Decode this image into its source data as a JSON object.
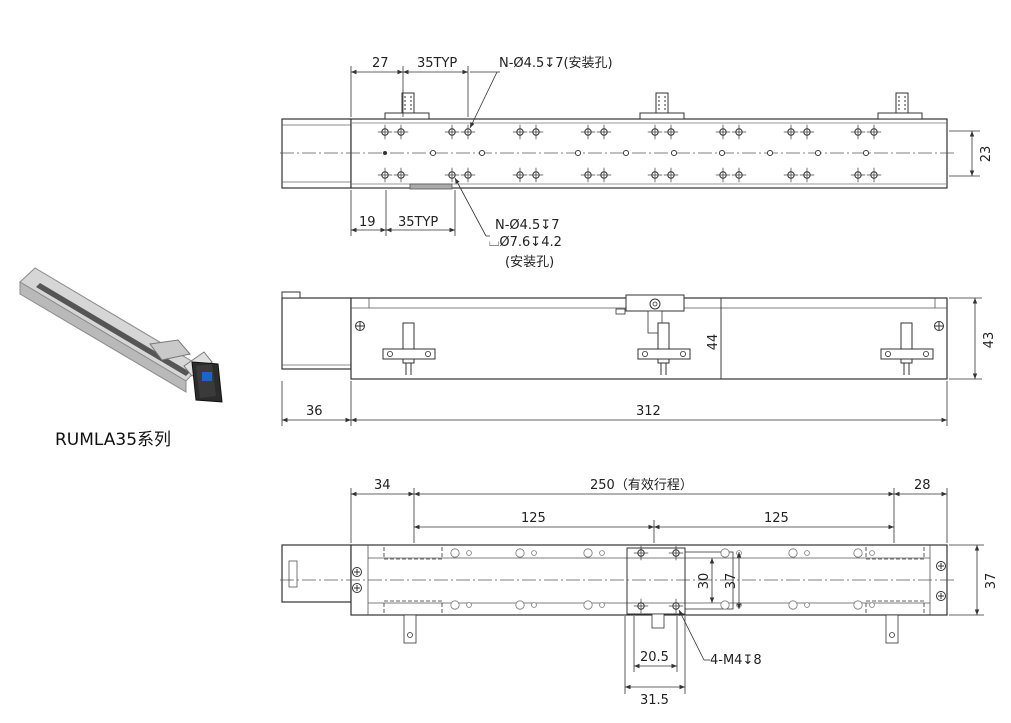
{
  "product": {
    "title": "RUMLA35系列"
  },
  "top_view": {
    "dim_27": "27",
    "dim_35typ_top": "35TYP",
    "dim_19": "19",
    "dim_35typ_bottom": "35TYP",
    "dim_23": "23",
    "callout_top": "N-Ø4.5↧7(安装孔)",
    "callout_bottom_line1": "N-Ø4.5↧7",
    "callout_bottom_line2": "⌴Ø7.6↧4.2",
    "callout_bottom_line3": "(安装孔)"
  },
  "side_view": {
    "dim_36": "36",
    "dim_312": "312",
    "dim_44": "44",
    "dim_43": "43"
  },
  "bottom_view": {
    "dim_34": "34",
    "dim_250": "250（有效行程）",
    "dim_28": "28",
    "dim_125_left": "125",
    "dim_125_right": "125",
    "dim_30": "30",
    "dim_37_inner": "37",
    "dim_37_outer": "37",
    "dim_20_5": "20.5",
    "dim_31_5": "31.5",
    "callout_m4": "4-M4↧8"
  }
}
